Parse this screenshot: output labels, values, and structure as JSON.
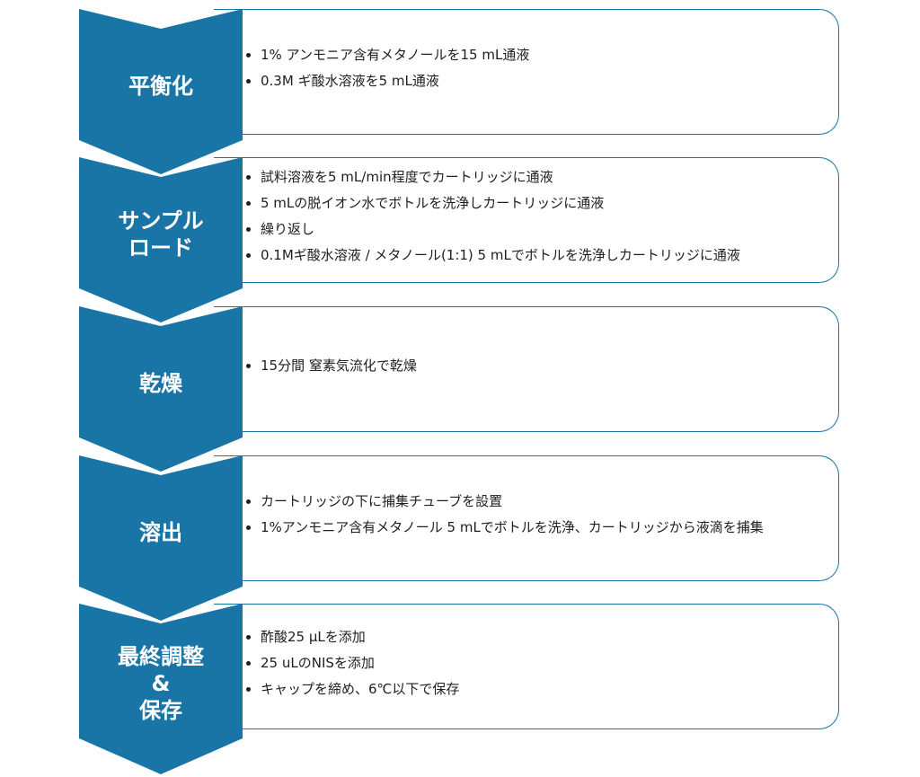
{
  "steps": [
    {
      "label": "平衡化",
      "items": [
        "1% アンモニア含有メタノールを15 mL通液",
        "0.3M ギ酸水溶液を5 mL通液"
      ]
    },
    {
      "label": "サンプル\nロード",
      "items": [
        "試料溶液を5 mL/min程度でカートリッジに通液",
        "5 mLの脱イオン水でボトルを洗浄しカートリッジに通液",
        "繰り返し",
        "0.1Mギ酸水溶液 / メタノール(1:1) 5 mLでボトルを洗浄しカートリッジに通液"
      ]
    },
    {
      "label": "乾燥",
      "items": [
        "15分間 窒素気流化で乾燥"
      ]
    },
    {
      "label": "溶出",
      "items": [
        "カートリッジの下に捕集チューブを設置",
        "1%アンモニア含有メタノール 5 mLでボトルを洗浄、カートリッジから液滴を捕集"
      ]
    },
    {
      "label": "最終調整\n&\n保存",
      "items": [
        "酢酸25 μLを添加",
        "25 uLのNISを添加",
        "キャップを締め、6℃以下で保存"
      ]
    }
  ],
  "colors": {
    "accent": "#1a75a7",
    "text": "#1e1e1e",
    "background": "#ffffff"
  }
}
